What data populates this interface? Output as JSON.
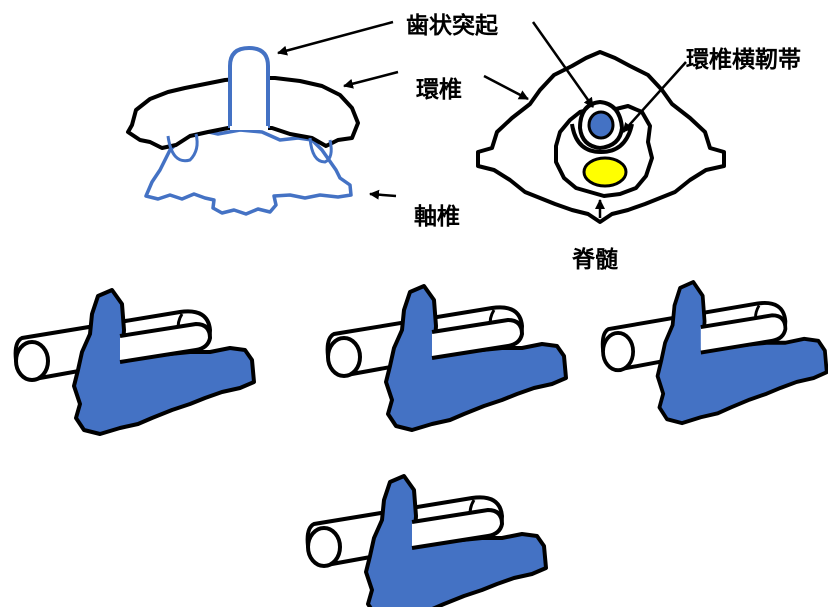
{
  "labels": {
    "dens": "歯状突起",
    "atlas": "環椎",
    "axis": "軸椎",
    "transverse_ligament": "環椎横靭帯",
    "spinal_cord": "脊髄"
  },
  "colors": {
    "outline": "#000000",
    "bone_fill": "#4472c4",
    "axis_outline": "#4472c4",
    "spinal_cord": "#ffff00",
    "background": "#ffffff"
  }
}
